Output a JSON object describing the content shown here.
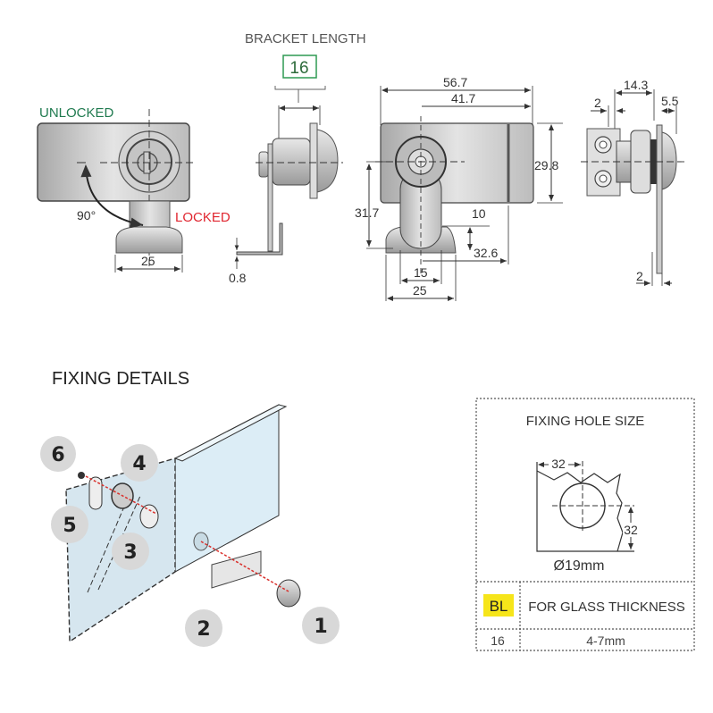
{
  "top_views": {
    "front_view": {
      "unlocked_label": "UNLOCKED",
      "locked_label": "LOCKED",
      "angle_label": "90°",
      "width_dim": "25"
    },
    "side_view": {
      "bracket_length_label": "BRACKET LENGTH",
      "bracket_length_value": "16",
      "thickness_dim": "0.8"
    },
    "rear_view": {
      "overall_width": "56.7",
      "center_to_edge": "41.7",
      "height": "29.8",
      "center_to_base": "31.7",
      "cam_width_dim": "10",
      "cam_reach": "32.6",
      "cam_neck": "15",
      "cam_base": "25"
    },
    "end_view": {
      "body_length": "14.3",
      "flange": "5.5",
      "gap_top": "2",
      "gap_bottom": "2"
    }
  },
  "fixing_details": {
    "title": "FIXING DETAILS",
    "parts": [
      "1",
      "2",
      "3",
      "4",
      "5",
      "6"
    ]
  },
  "fixing_hole": {
    "title": "FIXING HOLE SIZE",
    "offset_x": "32",
    "offset_y": "32",
    "diameter": "Ø19mm",
    "table": {
      "headers": [
        "BL",
        "FOR GLASS THICKNESS"
      ],
      "rows": [
        [
          "16",
          "4-7mm"
        ]
      ]
    }
  },
  "colors": {
    "unlocked": "#1f7a4f",
    "locked": "#e0252f",
    "bracket_box": "#2e9a52",
    "bl_highlight": "#f6e51a",
    "glass": "#dcedf6",
    "badge": "#d8d8d8",
    "leader": "#d9302c"
  }
}
